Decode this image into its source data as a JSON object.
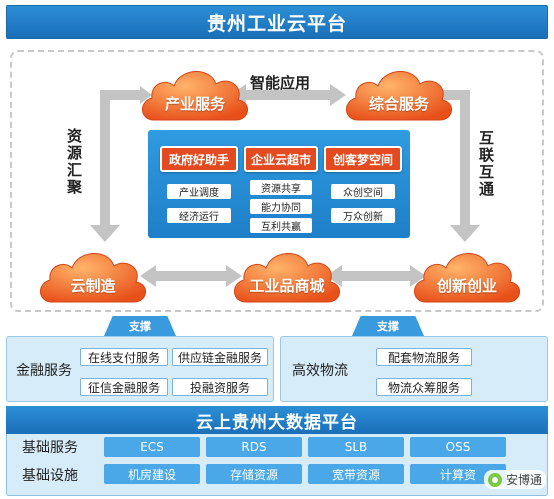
{
  "title": "贵州工业云平台",
  "clouds": {
    "industry_service": "产业服务",
    "integrated_service": "综合服务",
    "cloud_manufacturing": "云制造",
    "industrial_mall": "工业品商城",
    "innovation_startup": "创新创业"
  },
  "connectors": {
    "smart_application": "智能应用",
    "resource_aggregation": "资源汇聚",
    "interconnect": "互联互通"
  },
  "center": {
    "columns": [
      {
        "title": "政府好助手",
        "items": [
          "产业调度",
          "经济运行"
        ]
      },
      {
        "title": "企业云超市",
        "items": [
          "资源共享",
          "能力协同",
          "互利共赢"
        ]
      },
      {
        "title": "创客梦空间",
        "items": [
          "众创空间",
          "万众创新"
        ]
      }
    ]
  },
  "support": {
    "tag_left": "支撑",
    "tag_right": "支撑",
    "finance": {
      "label": "金融服务",
      "items": [
        "在线支付服务",
        "供应链金融服务",
        "征信金融服务",
        "投融资服务"
      ]
    },
    "logistics": {
      "label": "高效物流",
      "items": [
        "配套物流服务",
        "物流众筹服务"
      ]
    }
  },
  "platform": {
    "title": "云上贵州大数据平台",
    "rows": [
      {
        "label": "基础服务",
        "items": [
          "ECS",
          "RDS",
          "SLB",
          "OSS"
        ]
      },
      {
        "label": "基础设施",
        "items": [
          "机房建设",
          "存储资源",
          "宽带资源",
          "计算资"
        ]
      }
    ]
  },
  "watermark": "安博通",
  "colors": {
    "header_blue": "#1f7fc6",
    "cloud_orange": "#f26a1f",
    "center_blue": "#2a90d8",
    "title_red": "#e34a1f",
    "panel_bg": "#d6ecf8"
  }
}
